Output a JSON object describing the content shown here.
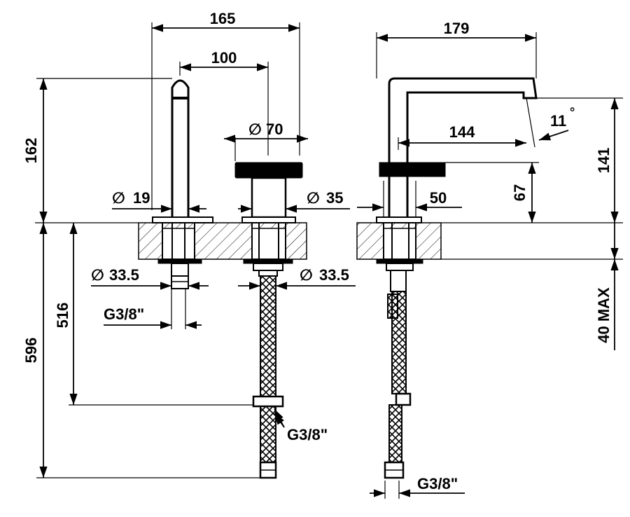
{
  "dimensions": {
    "width_total": "165",
    "width_spout_handle": "100",
    "handle_diameter": "70",
    "spout_diameter": "19",
    "handle_base_diameter": "35",
    "side_projection": "179",
    "spout_reach": "144",
    "spout_angle": "11",
    "side_base_width": "50",
    "height_total": "162",
    "side_height": "141",
    "handle_height": "67",
    "base_diameter_left": "33.5",
    "base_diameter_right": "33.5",
    "hose_length_total": "596",
    "hose_length_inner": "516",
    "deck_thickness": "40 MAX",
    "thread_left": "G3/8\"",
    "thread_middle": "G3/8\"",
    "thread_right": "G3/8\""
  },
  "symbols": {
    "diameter": "∅",
    "degree": "°"
  }
}
